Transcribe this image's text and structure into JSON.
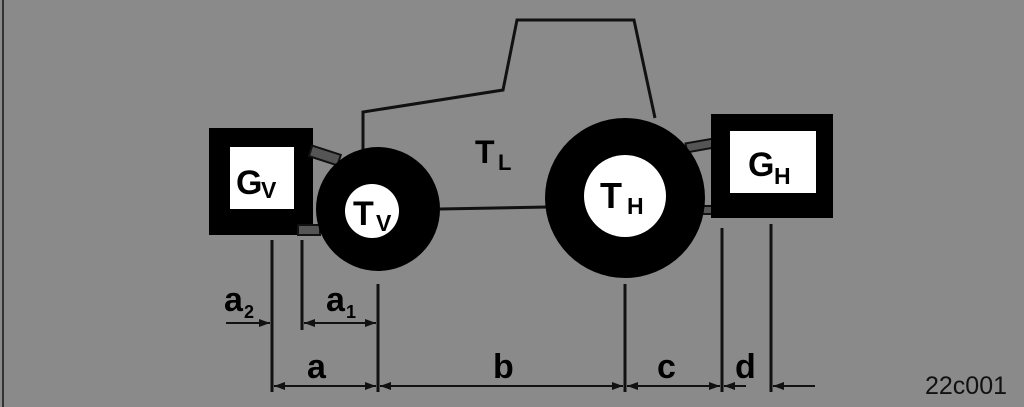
{
  "labels": {
    "front_weight": "G",
    "front_weight_sub": "V",
    "rear_weight": "G",
    "rear_weight_sub": "H",
    "tractor_body": "T",
    "tractor_body_sub": "L",
    "front_wheel": "T",
    "front_wheel_sub": "V",
    "rear_wheel": "T",
    "rear_wheel_sub": "H"
  },
  "dimensions": {
    "a2": "a",
    "a2_sub": "2",
    "a1": "a",
    "a1_sub": "1",
    "a": "a",
    "b": "b",
    "c": "c",
    "d": "d"
  },
  "figure_code": "22c001",
  "colors": {
    "background": "#8a8a8a",
    "outline": "#111111",
    "fill_dark": "#000000",
    "label_box": "#ffffff"
  }
}
